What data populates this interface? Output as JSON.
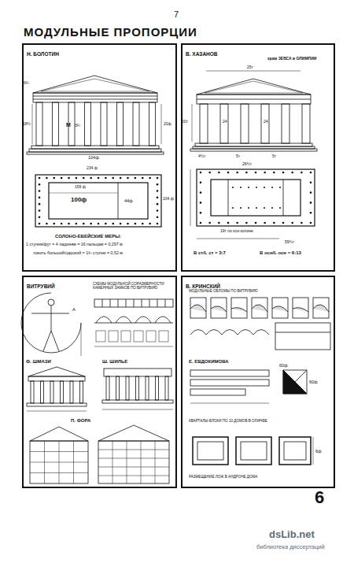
{
  "diagram": {
    "title": "МОДУЛЬНЫЕ ПРОПОРЦИИ",
    "nodes": [
      {
        "text": [
          "Н. БОЛОТИН"
        ]
      },
      {
        "text": [
          "В. ХАЗАНОВ"
        ]
      },
      {
        "text": [
          "ВИТРУВИЙ"
        ]
      },
      {
        "text": [
          "В. КРИНСКИЙ"
        ]
      }
    ],
    "labels": [
      "7",
      "dsLib.net",
      "библиотека диссертаций",
      "6",
      "6¼",
      "18½",
      "М",
      "3¼",
      "20ф",
      "104ф",
      "234 ф",
      "159 ф",
      "100ф",
      "44ф",
      "104 ф",
      "СОЛОНО-ЕВЕЙСКИЕ МЕРЫ:",
      "1 ступня/фут = 4 ладоням = 16 пальцам = 0,297 м",
      "локоть большой/царский = 1¾ ступни = 0,52 м",
      "храм ЗЕВСА в ОЛИМПИИ",
      "25т",
      "20т",
      "24",
      "24",
      "4½т",
      "5т",
      "5т",
      "26½т",
      "19т по оси колонн",
      "59½т",
      "В ст/L ст = 3:7",
      "В осн/L осн = 6:13",
      "СХЕМЫ МОДУЛЬНОЙ СОРАЗМЕРНОСТИ КАМЕННЫХ ЗАМКОВ ПО ВИТРУВИЮ",
      "A",
      "Ф. ШМАЗИ",
      "Ш. ШИЛЬЕ",
      "П. ФОРА",
      "МОДУЛЬНЫЕ ОБЛОМЫ ПО ВИТРУВИЮ",
      "Е. ЕВДОКИМОВА",
      "60ф",
      "60ф",
      "КВАРТАЛЫ-БЛОКИ ПО 10 ДОМОВ В ОЛИНФЕ",
      "6ф",
      "РАЗМЕЩЕНИЕ ЛОЖ В АНДРОНЕ ДОМА"
    ]
  }
}
